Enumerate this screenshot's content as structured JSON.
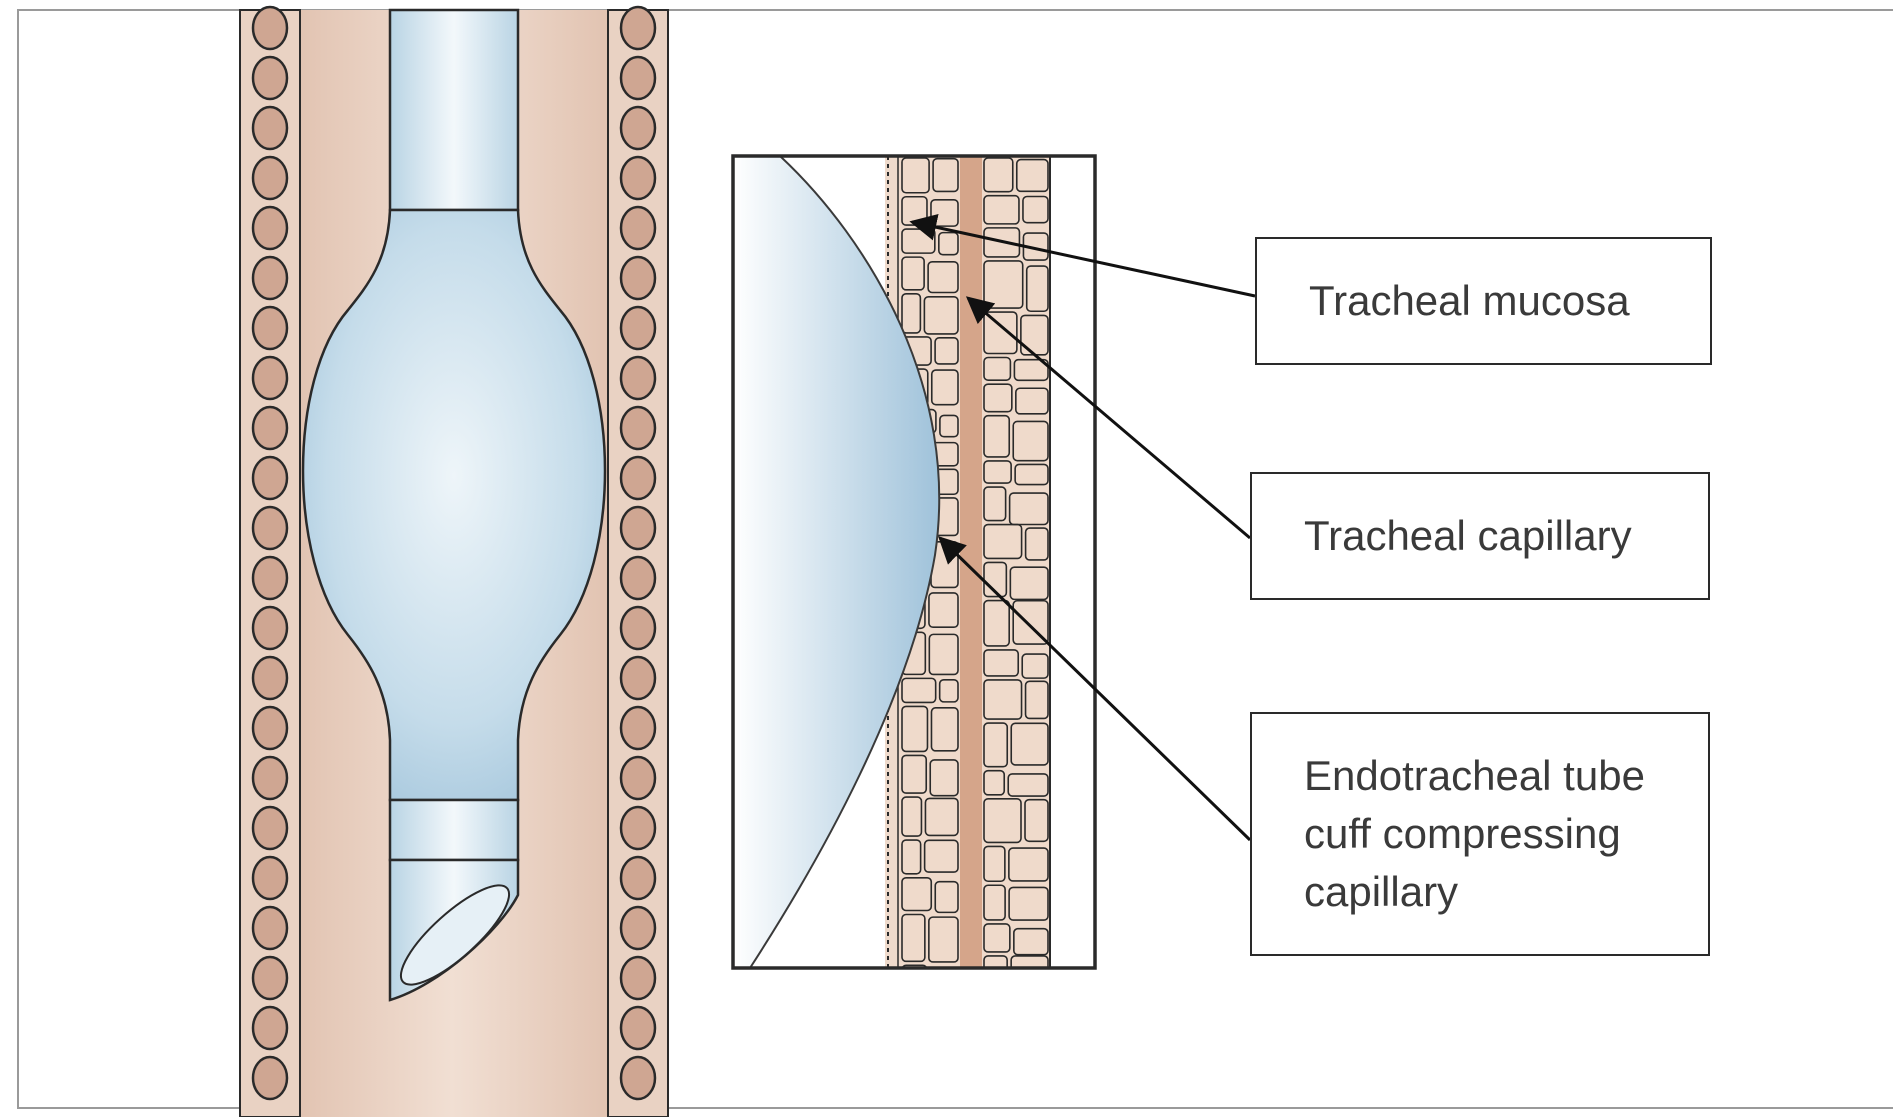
{
  "labels": {
    "tracheal_mucosa": "Tracheal mucosa",
    "tracheal_capillary": "Tracheal capillary",
    "cuff_line1": "Endotracheal tube",
    "cuff_line2": "cuff compressing",
    "cuff_line3": "capillary"
  },
  "colors": {
    "tissue": "#e5c8b7",
    "tissue_light": "#f2e0d4",
    "cartilage_ring": "#cfa692",
    "tube_blue": "#c9dfeb",
    "cuff_blue": "#a9c9de",
    "capillary": "#d5a58a",
    "outline": "#2a2a2a"
  },
  "icons": [
    "arrow-icon"
  ]
}
